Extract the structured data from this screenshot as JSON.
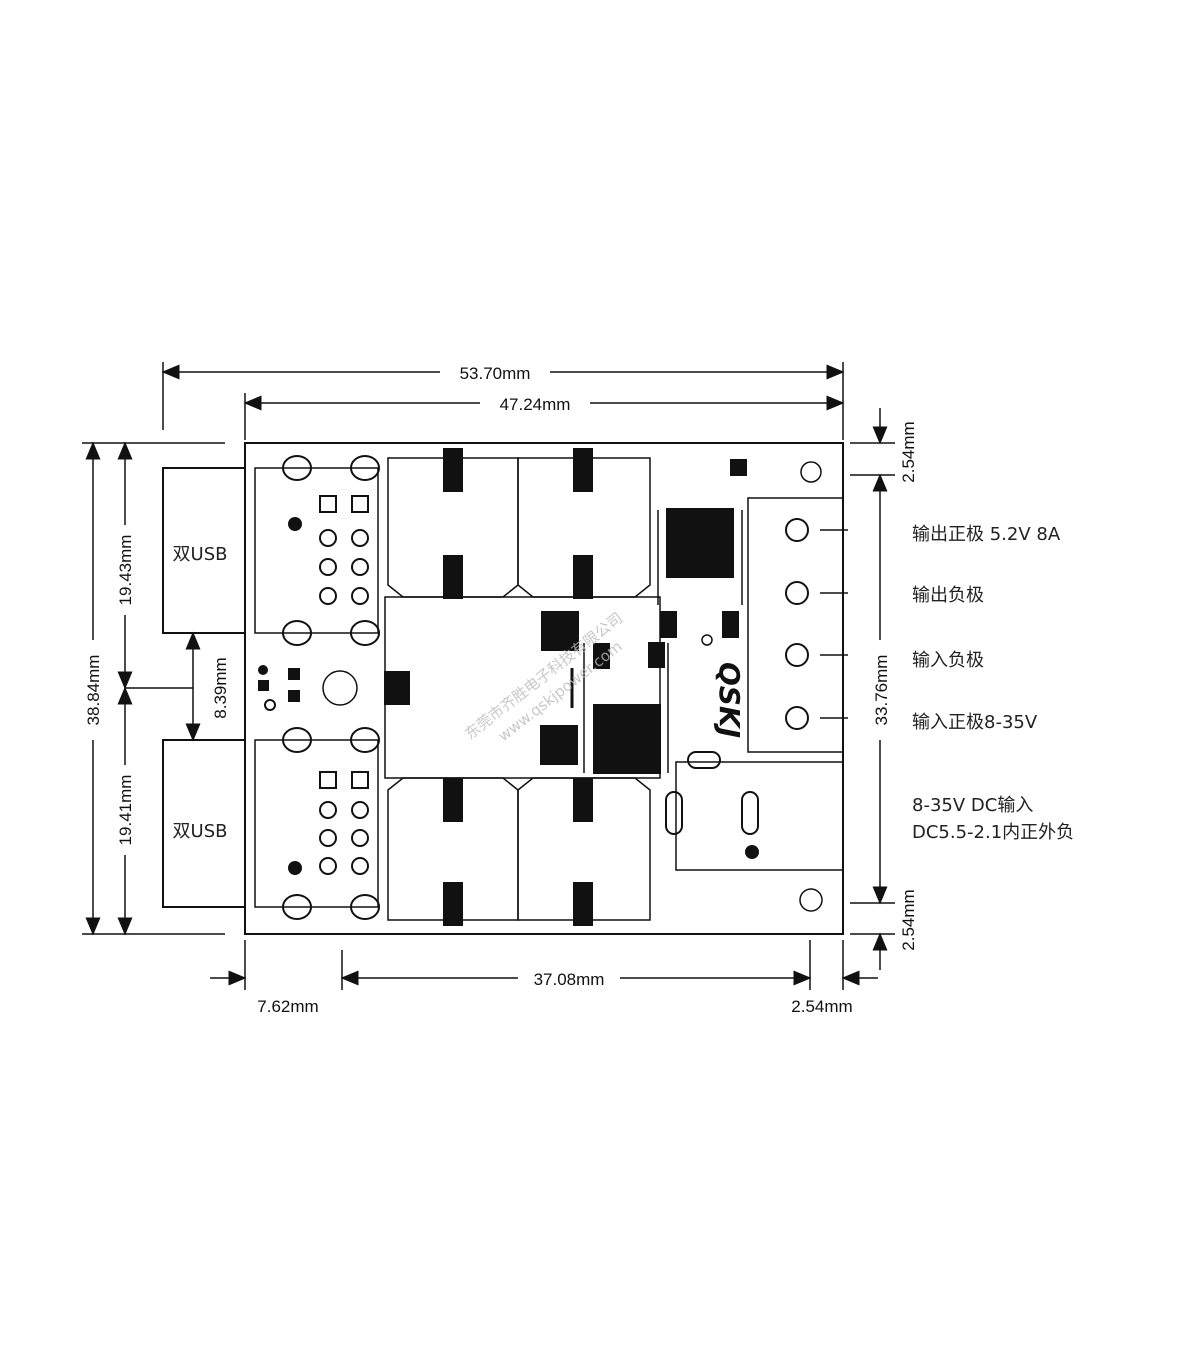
{
  "dimensions": {
    "overall_width": "53.70mm",
    "board_width": "47.24mm",
    "overall_height": "38.84mm",
    "usb_top_height": "19.43mm",
    "usb_bottom_height": "19.41mm",
    "usb_gap": "8.39mm",
    "right_top_margin": "2.54mm",
    "terminal_span": "33.76mm",
    "right_bottom_margin": "2.54mm",
    "left_offset": "7.62mm",
    "hole_spacing": "37.08mm",
    "right_offset": "2.54mm"
  },
  "usb_labels": [
    "双USB",
    "双USB"
  ],
  "terminal_labels": [
    "输出正极 5.2V 8A",
    "输出负极",
    "输入负极",
    "输入正极8-35V"
  ],
  "dc_jack_label": [
    "8-35V DC输入",
    "DC5.5-2.1内正外负"
  ],
  "logo": "QSKJ",
  "watermark": [
    "东莞市齐胜电子科技有限公司",
    "www.qskjpower.com"
  ]
}
